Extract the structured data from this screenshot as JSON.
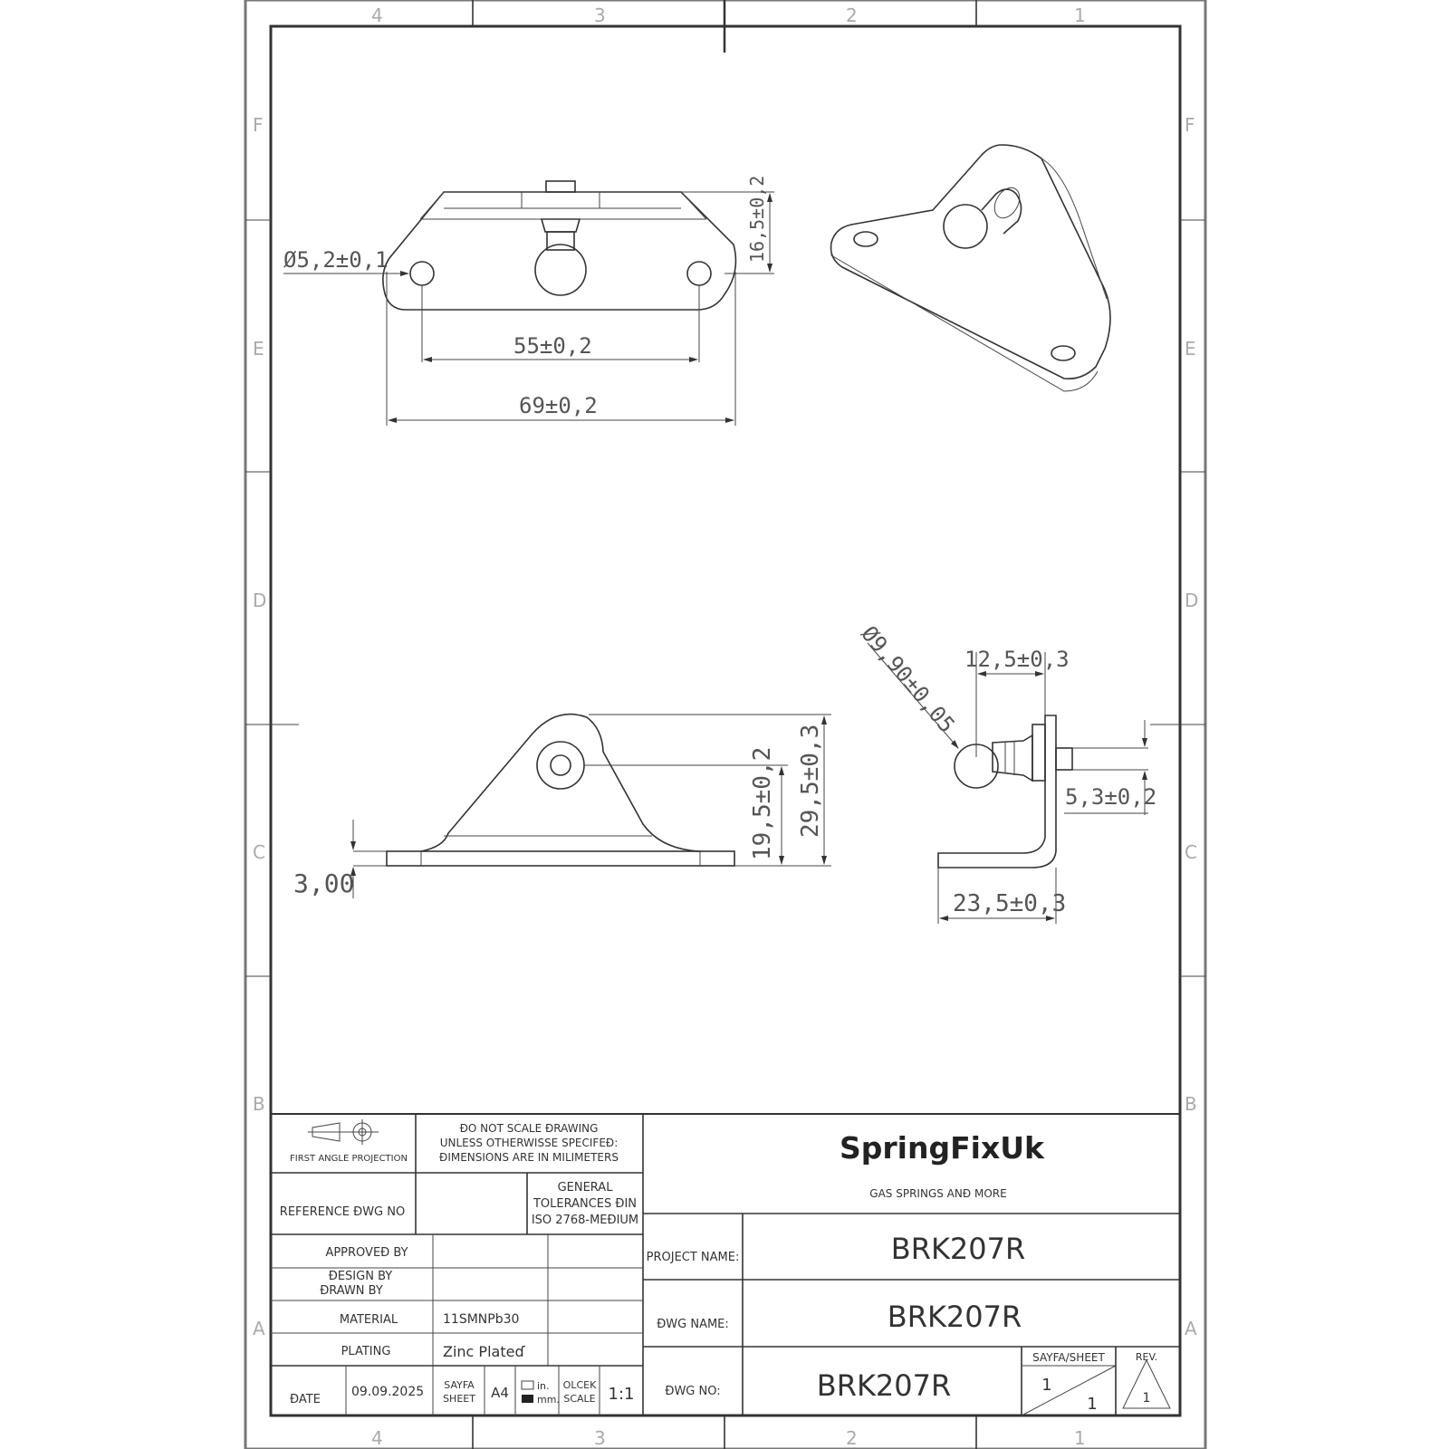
{
  "zones": {
    "columns": [
      "4",
      "3",
      "2",
      "1"
    ],
    "rows": [
      "F",
      "E",
      "D",
      "C",
      "B",
      "A"
    ]
  },
  "dimensions": {
    "hole_dia": "Ø5,2±0,1",
    "hole_spacing": "55±0,2",
    "overall_length": "69±0,2",
    "top_height": "16,5±0,2",
    "ball_dia": "Ø9,90±0,05",
    "stud_offset": "12,5±0,3",
    "stud_dia": "5,3±0,2",
    "base_width": "23,5±0,3",
    "thickness": "3,00",
    "ball_height": "19,5±0,2",
    "total_height": "29,5±0,3"
  },
  "title_block": {
    "projection": "FIRST ANGLE PROJECTION",
    "note_1": "ÐO NOT SCALE ÐRAWING",
    "note_2": "UNLESS OTHERWISSE SPECIFEÐ:",
    "note_3": "ÐIMENSIONS ARE IN MILIMETERS",
    "reference_label": "REFERENCE ÐWG NO",
    "tolerances_1": "GENERAL",
    "tolerances_2": "TOLERANCES ÐIN",
    "tolerances_3": "ISO 2768-MEÐIUM",
    "company": "SpringFixUk",
    "tagline": "GAS SPRINGS ANÐ MORE",
    "approved_label": "APPROVEÐ BY",
    "design_label": "ÐESIGN BY",
    "drawn_label": "ÐRAWN BY",
    "material_label": "MATERIAL",
    "material_value": "11SMNPb30",
    "plating_label": "PLATING",
    "plating_value": "Zinc Plateɗ",
    "date_label": "ÐATE",
    "date_value": "09.09.2025",
    "sheet_label_1": "SAYFA",
    "sheet_label_2": "SHEET",
    "sheet_size": "A4",
    "unit_in": "in.",
    "unit_mm": "mm.",
    "scale_label_1": "OLCEK",
    "scale_label_2": "SCALE",
    "scale_value": "1:1",
    "project_label": "PROJECT NAME:",
    "project_value": "BRK207R",
    "dwg_name_label": "ÐWG NAME:",
    "dwg_name_value": "BRK207R",
    "dwg_no_label": "ÐWG NO:",
    "dwg_no_value": "BRK207R",
    "sayfa_sheet_label": "SAYFA/SHEET",
    "sheet_current": "1",
    "sheet_total": "1",
    "rev_label": "REV.",
    "rev_value": "1"
  }
}
